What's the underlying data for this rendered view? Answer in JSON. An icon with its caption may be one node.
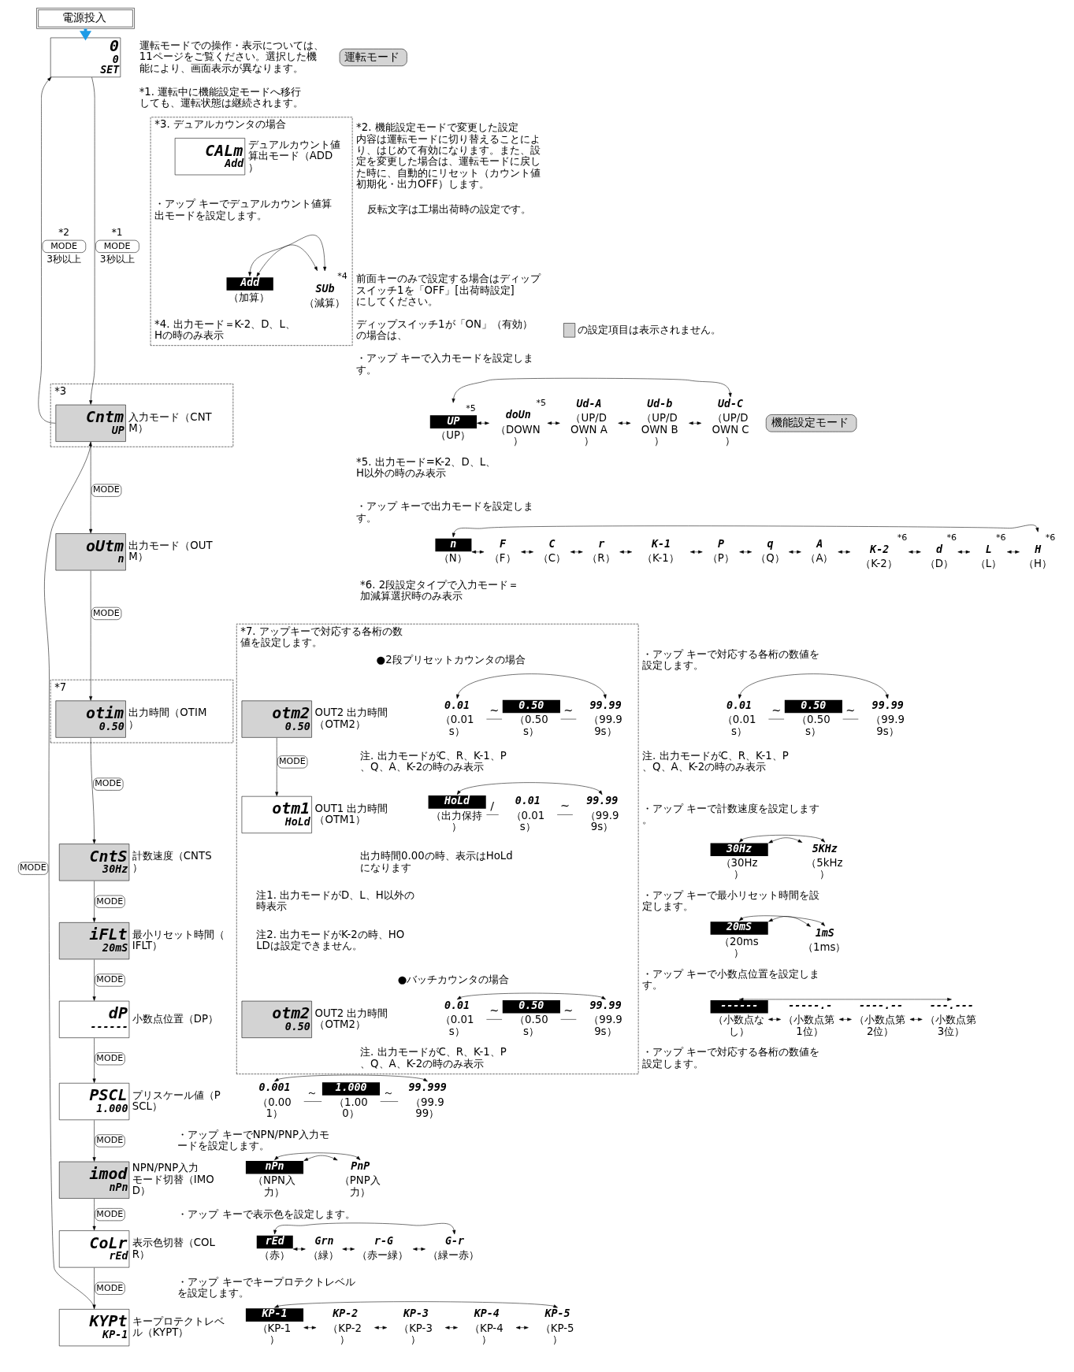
{
  "diagram": {
    "nodes": [
      {
        "text": [
          "電源投入"
        ]
      },
      {
        "text": [
          "0",
          "0",
          "SET"
        ]
      },
      {
        "text": [
          "運転モード"
        ]
      },
      {
        "text": [
          "機能設定モード"
        ]
      },
      {
        "text": [
          "*3"
        ]
      },
      {
        "text": [
          "Cntm",
          "UP"
        ],
        "in": 4,
        "beside": [
          "入力モード（CNTM）"
        ]
      },
      {
        "text": [
          "oUtm",
          "n"
        ],
        "beside": [
          "出力モード（OUTM）"
        ]
      },
      {
        "text": [
          "*7"
        ]
      },
      {
        "text": [
          "otim",
          "0.50"
        ],
        "in": 7,
        "beside": [
          "出力時間（OTIM）"
        ]
      },
      {
        "text": [
          "CntS",
          "30Hz"
        ],
        "beside": [
          "計数速度（CNTS）"
        ]
      },
      {
        "text": [
          "iFLt",
          "20mS"
        ],
        "beside": [
          "最小リセット時間（IFLT）"
        ]
      },
      {
        "text": [
          "dP",
          "------"
        ],
        "beside": [
          "小数点位置（DP）"
        ]
      },
      {
        "text": [
          "PSCL",
          "1.000"
        ],
        "beside": [
          "プリスケール値（PSCL）"
        ]
      },
      {
        "text": [
          "imod",
          "nPn"
        ],
        "beside": [
          "NPN/PNP入力モード切替（IMOD）"
        ]
      },
      {
        "text": [
          "CoLr",
          "rEd"
        ],
        "beside": [
          "表示色切替（COLR）"
        ]
      },
      {
        "text": [
          "KYPt",
          "KP-1"
        ],
        "beside": [
          "キープロテクトレベル（KYPT）"
        ]
      },
      {
        "text": [
          "UP",
          "（UP）"
        ],
        "beside": [
          "*5"
        ]
      },
      {
        "text": [
          "doUn",
          "（DOWN）"
        ],
        "beside": [
          "*5"
        ]
      },
      {
        "text": [
          "Ud-A",
          "（UP/DOWN A）"
        ]
      },
      {
        "text": [
          "Ud-b",
          "（UP/DOWN B）"
        ]
      },
      {
        "text": [
          "Ud-C",
          "（UP/DOWN C）"
        ]
      },
      {
        "text": [
          "n",
          "（N）"
        ]
      },
      {
        "text": [
          "F",
          "（F）"
        ]
      },
      {
        "text": [
          "C",
          "（C）"
        ]
      },
      {
        "text": [
          "r",
          "（R）"
        ]
      },
      {
        "text": [
          "K-1",
          "（K-1）"
        ]
      },
      {
        "text": [
          "P",
          "（P）"
        ]
      },
      {
        "text": [
          "q",
          "（Q）"
        ]
      },
      {
        "text": [
          "A",
          "（A）"
        ]
      },
      {
        "text": [
          "K-2",
          "（K-2）"
        ],
        "beside": [
          "*6"
        ]
      },
      {
        "text": [
          "d",
          "（D）"
        ],
        "beside": [
          "*6"
        ]
      },
      {
        "text": [
          "L",
          "（L）"
        ],
        "beside": [
          "*6"
        ]
      },
      {
        "text": [
          "H",
          "（H）"
        ],
        "beside": [
          "*6"
        ]
      },
      {
        "text": [
          "0.01",
          "（0.01s）"
        ]
      },
      {
        "text": [
          "0.50",
          "（0.50s）"
        ]
      },
      {
        "text": [
          "99.99",
          "（99.99s）"
        ]
      },
      {
        "text": [
          "30Hz",
          "（30Hz）"
        ]
      },
      {
        "text": [
          "5KHz",
          "（5kHz）"
        ]
      },
      {
        "text": [
          "20mS",
          "（20ms）"
        ]
      },
      {
        "text": [
          "1mS",
          "（1ms）"
        ]
      },
      {
        "text": [
          "------",
          "（小数点なし）"
        ]
      },
      {
        "text": [
          "-----.-",
          "（小数点第1位）"
        ]
      },
      {
        "text": [
          "----.--",
          "（小数点第2位）"
        ]
      },
      {
        "text": [
          "---.---",
          "（小数点第3位）"
        ]
      },
      {
        "text": [
          "0.001",
          "（0.001）"
        ]
      },
      {
        "text": [
          "1.000",
          "（1.000）"
        ]
      },
      {
        "text": [
          "99.999",
          "（99.999）"
        ]
      },
      {
        "text": [
          "nPn",
          "（NPN入力）"
        ]
      },
      {
        "text": [
          "PnP",
          "（PNP入力）"
        ]
      },
      {
        "text": [
          "rEd",
          "（赤）"
        ]
      },
      {
        "text": [
          "Grn",
          "（緑）"
        ]
      },
      {
        "text": [
          "r-G",
          "（赤ー緑）"
        ]
      },
      {
        "text": [
          "G-r",
          "（緑ー赤）"
        ]
      },
      {
        "text": [
          "KP-1",
          "（KP-1）"
        ]
      },
      {
        "text": [
          "KP-2",
          "（KP-2）"
        ]
      },
      {
        "text": [
          "KP-3",
          "（KP-3）"
        ]
      },
      {
        "text": [
          "KP-4",
          "（KP-4）"
        ]
      },
      {
        "text": [
          "KP-5",
          "（KP-5）"
        ]
      },
      {
        "text": [
          "*3. デュアルカウンタの場合"
        ]
      },
      {
        "text": [
          "CALm",
          "Add"
        ],
        "in": 58,
        "beside": [
          "デュアルカウント値算出モード（ADD）"
        ]
      },
      {
        "text": [
          "Add",
          "（加算）"
        ],
        "in": 58
      },
      {
        "text": [
          "SUb",
          "（減算）"
        ],
        "in": 58,
        "beside": [
          "*4"
        ]
      },
      {
        "text": [
          "*7. アップキーで対応する各桁の数値を設定します。"
        ]
      },
      {
        "text": [
          "otm2",
          "0.50"
        ],
        "in": 62,
        "beside": [
          "OUT2 出力時間（OTM2）"
        ]
      },
      {
        "text": [
          "0.01",
          "（0.01s）"
        ],
        "in": 62
      },
      {
        "text": [
          "0.50",
          "（0.50s）"
        ],
        "in": 62
      },
      {
        "text": [
          "99.99",
          "（99.99s）"
        ],
        "in": 62
      },
      {
        "text": [
          "otm1",
          "HoLd"
        ],
        "in": 62,
        "beside": [
          "OUT1 出力時間（OTM1）"
        ]
      },
      {
        "text": [
          "HoLd",
          "（出力保持）"
        ],
        "in": 62
      },
      {
        "text": [
          "0.01",
          "（0.01s）"
        ],
        "in": 62
      },
      {
        "text": [
          "99.99",
          "（99.99s）"
        ],
        "in": 62
      },
      {
        "text": [
          "otm2",
          "0.50"
        ],
        "in": 62,
        "beside": [
          "OUT2 出力時間（OTM2）"
        ]
      },
      {
        "text": [
          "0.01",
          "（0.01s）"
        ],
        "in": 62
      },
      {
        "text": [
          "0.50",
          "（0.50s）"
        ],
        "in": 62
      },
      {
        "text": [
          "99.99",
          "（99.99s）"
        ],
        "in": 62
      }
    ],
    "edges": [
      {
        "from": 0,
        "to": 1,
        "arrow": "to",
        "style": "thick",
        "color": "#1e9be6"
      },
      {
        "from": 1,
        "to": 5,
        "arrow": "to",
        "label": "*1 MODE 3秒以上"
      },
      {
        "from": 5,
        "to": 1,
        "arrow": "to",
        "label": "*2 MODE 3秒以上"
      },
      {
        "from": 5,
        "to": 6,
        "arrow": "to",
        "label": "MODE"
      },
      {
        "from": 6,
        "to": 8,
        "arrow": "to",
        "label": "MODE"
      },
      {
        "from": 8,
        "to": 9,
        "arrow": "to",
        "label": "MODE"
      },
      {
        "from": 9,
        "to": 10,
        "arrow": "to",
        "label": "MODE"
      },
      {
        "from": 10,
        "to": 11,
        "arrow": "to",
        "label": "MODE"
      },
      {
        "from": 11,
        "to": 12,
        "arrow": "to",
        "label": "MODE"
      },
      {
        "from": 12,
        "to": 13,
        "arrow": "to",
        "label": "MODE"
      },
      {
        "from": 13,
        "to": 14,
        "arrow": "to",
        "label": "MODE"
      },
      {
        "from": 14,
        "to": 15,
        "arrow": "to",
        "label": "MODE"
      },
      {
        "from": 15,
        "to": 5,
        "arrow": "to",
        "label": "MODE"
      },
      {
        "from": 16,
        "to": 17,
        "arrow": "both"
      },
      {
        "from": 17,
        "to": 18,
        "arrow": "both"
      },
      {
        "from": 18,
        "to": 19,
        "arrow": "both"
      },
      {
        "from": 19,
        "to": 20,
        "arrow": "both"
      },
      {
        "from": 20,
        "to": 16,
        "arrow": "both"
      },
      {
        "from": 21,
        "to": 22,
        "arrow": "both"
      },
      {
        "from": 22,
        "to": 23,
        "arrow": "both"
      },
      {
        "from": 23,
        "to": 24,
        "arrow": "both"
      },
      {
        "from": 24,
        "to": 25,
        "arrow": "both"
      },
      {
        "from": 25,
        "to": 26,
        "arrow": "both"
      },
      {
        "from": 26,
        "to": 27,
        "arrow": "both"
      },
      {
        "from": 27,
        "to": 28,
        "arrow": "both"
      },
      {
        "from": 28,
        "to": 29,
        "arrow": "both"
      },
      {
        "from": 29,
        "to": 30,
        "arrow": "both"
      },
      {
        "from": 30,
        "to": 31,
        "arrow": "both"
      },
      {
        "from": 31,
        "to": 32,
        "arrow": "both"
      },
      {
        "from": 32,
        "to": 21,
        "arrow": "both"
      },
      {
        "from": 33,
        "to": 34,
        "arrow": "none",
        "label": "~"
      },
      {
        "from": 34,
        "to": 35,
        "arrow": "none",
        "label": "~"
      },
      {
        "from": 35,
        "to": 33,
        "arrow": "both"
      },
      {
        "from": 36,
        "to": 37,
        "arrow": "both"
      },
      {
        "from": 37,
        "to": 36,
        "arrow": "both"
      },
      {
        "from": 38,
        "to": 39,
        "arrow": "both"
      },
      {
        "from": 39,
        "to": 38,
        "arrow": "both"
      },
      {
        "from": 40,
        "to": 41,
        "arrow": "both"
      },
      {
        "from": 41,
        "to": 42,
        "arrow": "both"
      },
      {
        "from": 42,
        "to": 43,
        "arrow": "both"
      },
      {
        "from": 43,
        "to": 40,
        "arrow": "both"
      },
      {
        "from": 44,
        "to": 45,
        "arrow": "none",
        "label": "～"
      },
      {
        "from": 45,
        "to": 46,
        "arrow": "none",
        "label": "～"
      },
      {
        "from": 46,
        "to": 44,
        "arrow": "both"
      },
      {
        "from": 47,
        "to": 48,
        "arrow": "both"
      },
      {
        "from": 48,
        "to": 47,
        "arrow": "both"
      },
      {
        "from": 49,
        "to": 50,
        "arrow": "both"
      },
      {
        "from": 50,
        "to": 51,
        "arrow": "both"
      },
      {
        "from": 51,
        "to": 52,
        "arrow": "both"
      },
      {
        "from": 52,
        "to": 49,
        "arrow": "both"
      },
      {
        "from": 53,
        "to": 54,
        "arrow": "both"
      },
      {
        "from": 54,
        "to": 55,
        "arrow": "both"
      },
      {
        "from": 55,
        "to": 56,
        "arrow": "both"
      },
      {
        "from": 56,
        "to": 57,
        "arrow": "both"
      },
      {
        "from": 57,
        "to": 53,
        "arrow": "both"
      },
      {
        "from": 60,
        "to": 61,
        "arrow": "both"
      },
      {
        "from": 61,
        "to": 60,
        "arrow": "both"
      },
      {
        "from": 63,
        "to": 67,
        "arrow": "to",
        "label": "MODE"
      },
      {
        "from": 64,
        "to": 65,
        "arrow": "none",
        "label": "~"
      },
      {
        "from": 65,
        "to": 66,
        "arrow": "none",
        "label": "~"
      },
      {
        "from": 66,
        "to": 64,
        "arrow": "both"
      },
      {
        "from": 68,
        "to": 69,
        "arrow": "none",
        "label": "/"
      },
      {
        "from": 69,
        "to": 70,
        "arrow": "none",
        "label": "~"
      },
      {
        "from": 70,
        "to": 68,
        "arrow": "both"
      },
      {
        "from": 72,
        "to": 73,
        "arrow": "none",
        "label": "~"
      },
      {
        "from": 73,
        "to": 74,
        "arrow": "none",
        "label": "~"
      },
      {
        "from": 74,
        "to": 72,
        "arrow": "both"
      }
    ],
    "labels": [
      "運転モードでの操作・表示については、11ページをご覧ください。選択した機能により、画面表示が異なります。",
      "*1. 運転中に機能設定モードへ移行しても、運転状態は継続されます。",
      "*2. 機能設定モードで変更した設定内容は運転モードに切り替えることにより、はじめて有効になります。また、設定を変更した場合は、運転モードに戻した時に、自動的にリセット（カウント値初期化・出力OFF）します。",
      "反転文字は工場出荷時の設定です。",
      "前面キーのみで設定する場合はディップスイッチ1を「OFF」[出荷時設定]にしてください。",
      "ディップスイッチ1が「ON」（有効）の場合は、",
      "・アップ キーで入力モードを設定します。",
      "*5. 出力モード=K-2、D、L、H以外の時のみ表示",
      "・アップ キーで出力モードを設定します。",
      "*6. 2段設定タイプで入力モード＝加減算選択時のみ表示",
      "・アップ キーで対応する各桁の数値を設定します。",
      "注. 出力モードがC、R、K-1、P、Q、A、K-2の時のみ表示",
      "・アップ キーで計数速度を設定します。",
      "・アップ キーで最小リセット時間を設定します。",
      "・アップ キーで小数点位置を設定します。",
      "・アップ キーで対応する各桁の数値を設定します。",
      "・アップ キーでNPN/PNP入力モードを設定します。",
      "・アップ キーで表示色を設定します。",
      "・アップ キーでキープロテクトレベルを設定します。",
      "・アップ キーでデュアルカウント値算出モードを設定します。",
      "*4. 出力モード＝K-2、D、L、Hの時のみ表示",
      "●2段プリセットカウンタの場合",
      "注. 出力モードがC、R、K-1、P、Q、A、K-2の時のみ表示",
      "出力時間0.00の時、表示はHoLdになります",
      "注1. 出力モードがD、L、H以外の時表示",
      "注2. 出力モードがK-2の時、HOLDは設定できません。",
      "●バッチカウンタの場合",
      "注. 出力モードがC、R、K-1、P、Q、A、K-2の時のみ表示"
    ],
    "legend": [
      {
        "text": "の設定項目は表示されません。",
        "color": "#d3d3d3"
      }
    ]
  }
}
